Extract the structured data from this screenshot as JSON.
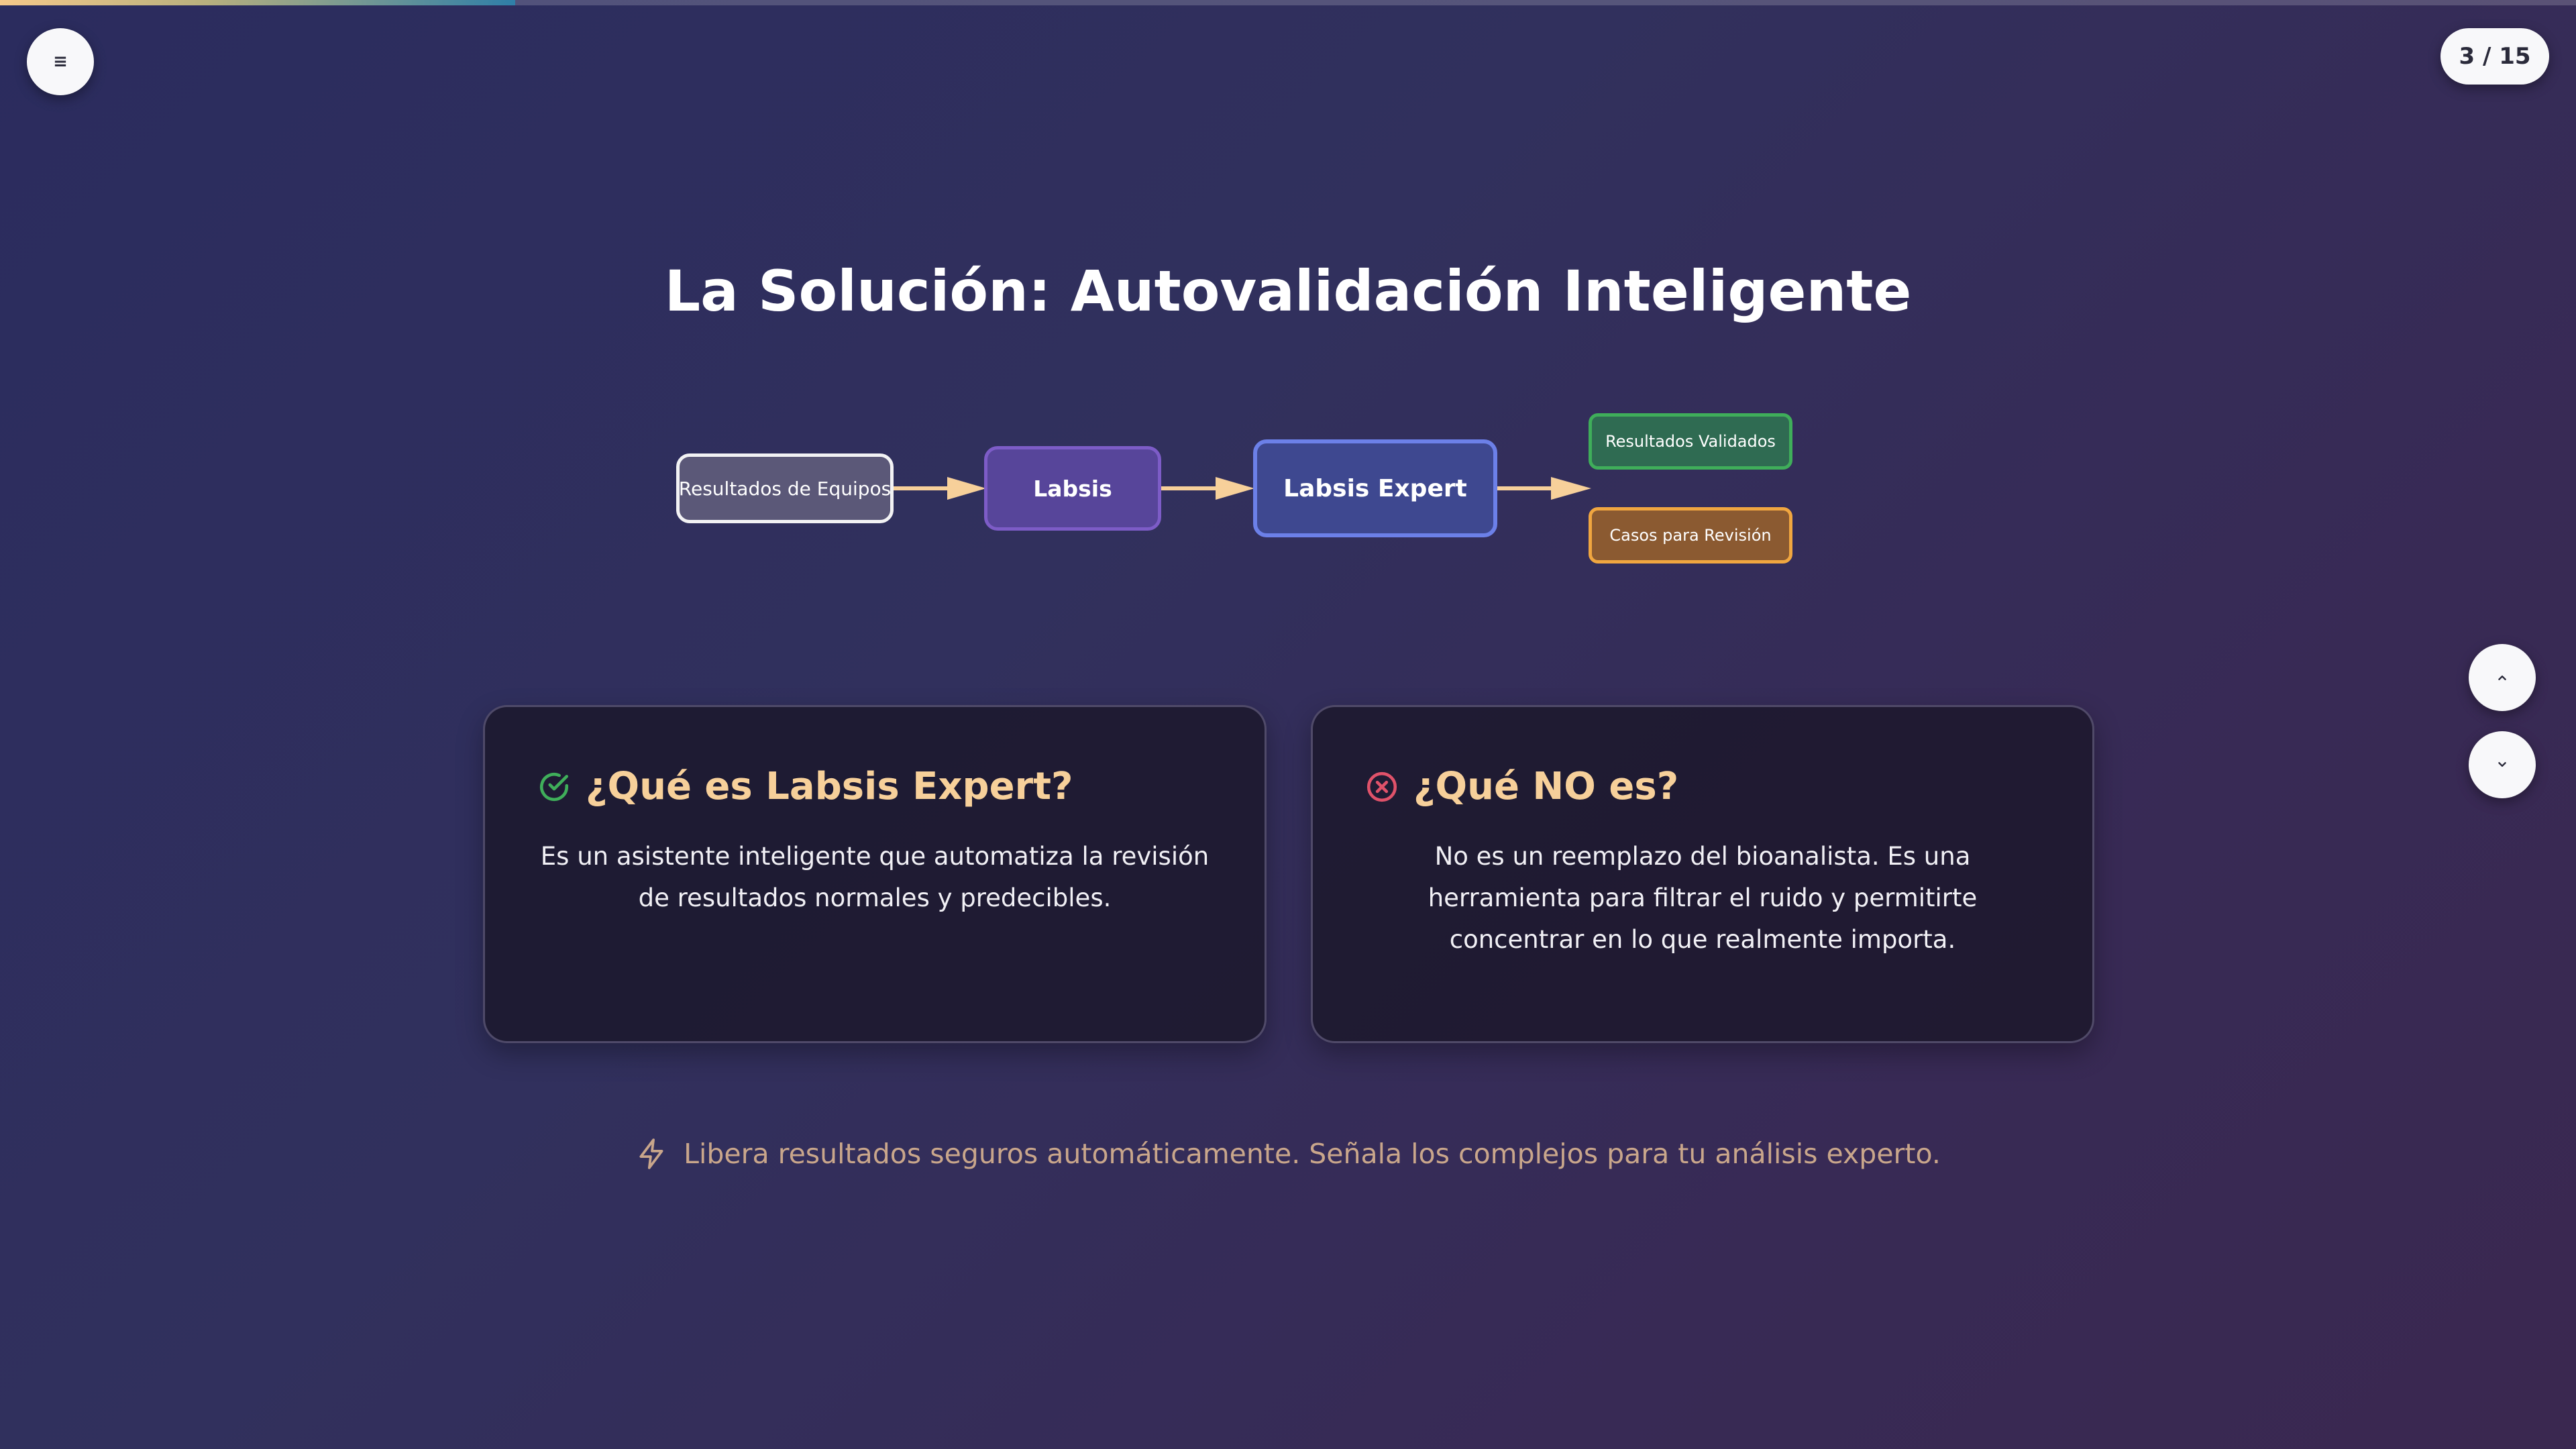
{
  "presentation": {
    "progress_fraction": 0.2,
    "slide_counter": "3 / 15",
    "menu_icon": "≡",
    "title": "La Solución: Autovalidación Inteligente"
  },
  "flow": {
    "nodes": {
      "equipos": "Resultados de Equipos",
      "labsis": "Labsis",
      "expert": "Labsis Expert",
      "validados": "Resultados Validados",
      "revision": "Casos para Revisión"
    },
    "arrow_color": "#f7d09a"
  },
  "cards": {
    "what_is": {
      "icon": "check-circle-icon",
      "heading": "¿Qué es Labsis Expert?",
      "body": "Es un asistente inteligente que automatiza la revisión de resultados normales y predecibles."
    },
    "what_is_not": {
      "icon": "x-circle-icon",
      "heading": "¿Qué NO es?",
      "body": "No es un reemplazo del bioanalista. Es una herramienta para filtrar el ruido y permitirte concentrar en lo que realmente importa."
    }
  },
  "tagline": {
    "icon": "lightning-icon",
    "text": "Libera resultados seguros automáticamente. Señala los complejos para tu análisis experto."
  },
  "colors": {
    "accent_heading": "#f7d09a",
    "check_green": "#3fae5a",
    "x_red": "#e0526a",
    "tagline": "#c9a68b"
  }
}
